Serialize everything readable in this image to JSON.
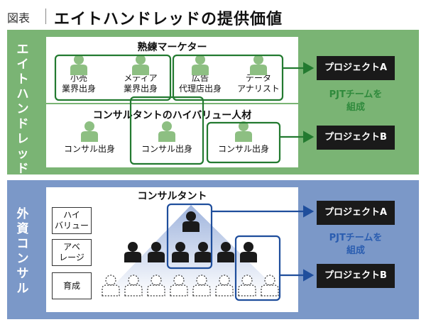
{
  "header": {
    "zukai": "図表",
    "title": "エイトハンドレッドの提供価値"
  },
  "top": {
    "side_label": "エイトハンドレッド",
    "marketer_title": "熟練マーケター",
    "marketers": [
      "小売\n業界出身",
      "メディア\n業界出身",
      "広告\n代理店出身",
      "データ\nアナリスト"
    ],
    "consultant_title": "コンサルタントのハイバリュー人材",
    "consultants": [
      "コンサル出身",
      "コンサル出身",
      "コンサル出身"
    ],
    "project_a": "プロジェクトA",
    "project_b": "プロジェクトB",
    "pjt_team": "PJTチームを\n組成"
  },
  "bottom": {
    "side_label": "外資コンサル",
    "consultant_title": "コンサルタント",
    "levels": [
      "ハイ\nバリュー",
      "アベ\nレージ",
      "育成"
    ],
    "project_a": "プロジェクトA",
    "project_b": "プロジェクトB",
    "pjt_team": "PJTチームを\n組成"
  },
  "colors": {
    "green": "#7ab474",
    "green_dark": "#237a30",
    "blue": "#7b98c8",
    "blue_dark": "#1f4e9c",
    "figure_green": "#8dbf82",
    "figure_black": "#1a1a1a"
  }
}
